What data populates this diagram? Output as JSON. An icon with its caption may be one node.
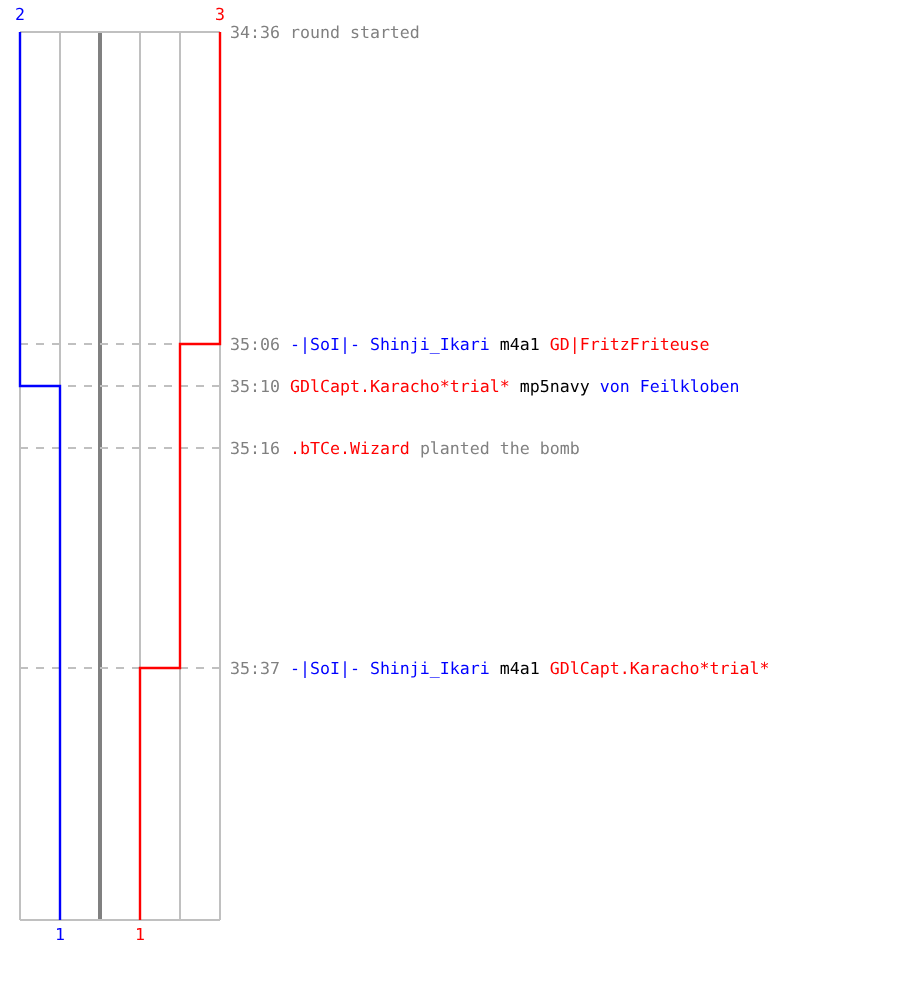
{
  "diagram": {
    "labels": [
      "2",
      "3",
      "34:36",
      "round started",
      "35:06",
      "-|SoI|- Shinji_Ikari",
      "m4a1",
      "GD|FritzFriteuse",
      "35:10",
      "GDlCapt.Karacho*trial*",
      "mp5navy",
      "von Feilkloben",
      "35:16",
      ".bTCe.Wizard",
      "planted the bomb",
      "35:37",
      "-|SoI|- Shinji_Ikari",
      "m4a1",
      "GDlCapt.Karacho*trial*",
      "1",
      "1"
    ]
  }
}
